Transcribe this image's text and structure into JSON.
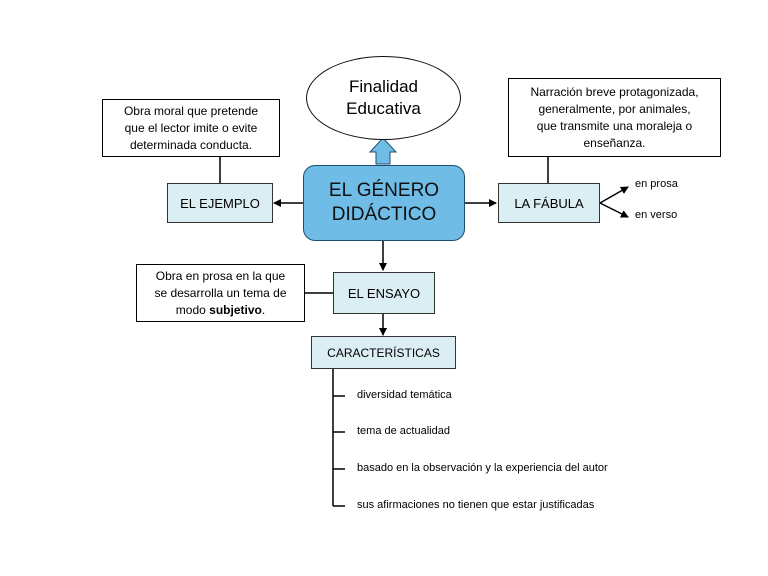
{
  "center": {
    "line1": "EL GÉNERO",
    "line2": "DIDÁCTICO"
  },
  "finalidad": {
    "line1": "Finalidad",
    "line2": "Educativa"
  },
  "ejemplo": {
    "label": "EL EJEMPLO",
    "note": [
      "Obra moral que pretende",
      "que el lector imite o evite",
      "determinada conducta."
    ]
  },
  "fabula": {
    "label": "LA FÁBULA",
    "note": [
      "Narración breve protagonizada,",
      "generalmente, por animales,",
      "que transmite una moraleja o",
      "enseñanza."
    ],
    "branches": [
      "en prosa",
      "en verso"
    ]
  },
  "ensayo": {
    "label": "EL ENSAYO",
    "note_line1": "Obra en prosa en la que",
    "note_line2": "se desarrolla un tema de",
    "note_line3_pre": "modo ",
    "note_line3_bold": "subjetivo",
    "note_line3_post": "."
  },
  "caracteristicas": {
    "label": "CARACTERÍSTICAS",
    "items": [
      "diversidad temática",
      "tema de actualidad",
      "basado en la observación y la experiencia del autor",
      "sus afirmaciones no tienen que estar justificadas"
    ]
  },
  "colors": {
    "center_fill": "#6fbde6",
    "label_fill": "#dbeef4",
    "stroke": "#000000"
  }
}
